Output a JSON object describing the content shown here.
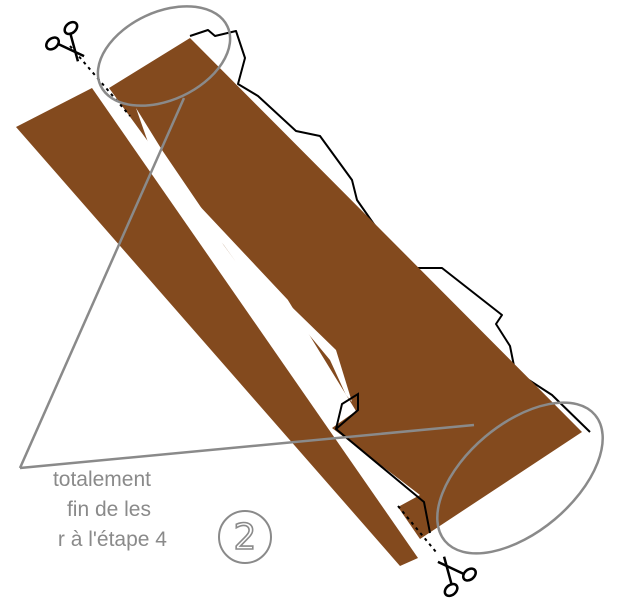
{
  "colors": {
    "strip": "#834a1e",
    "outline": "#000000",
    "annotation": "#8a8a8a",
    "dotted_cut": "#000000"
  },
  "caption_lines": [
    "totalement",
    "fin de les",
    "r à l'étape 4"
  ],
  "step_number": "2",
  "icons": {
    "cut_top": "scissors-icon",
    "cut_bottom": "scissors-icon"
  }
}
